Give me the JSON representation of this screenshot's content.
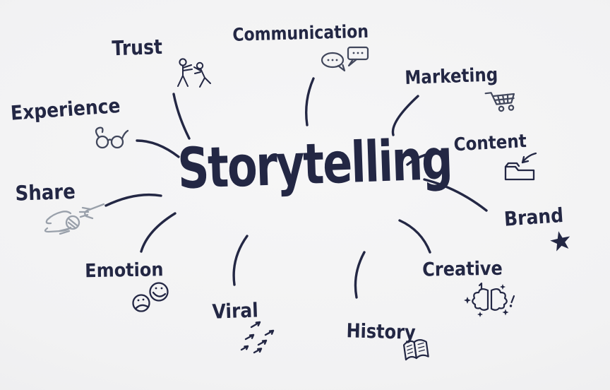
{
  "center": {
    "title": "Storytelling"
  },
  "branches": [
    {
      "id": "trust",
      "label": "Trust",
      "icon": "trust-fall-figures-icon"
    },
    {
      "id": "communication",
      "label": "Communication",
      "icon": "speech-bubbles-icon"
    },
    {
      "id": "marketing",
      "label": "Marketing",
      "icon": "shopping-cart-icon"
    },
    {
      "id": "content",
      "label": "Content",
      "icon": "folder-arrow-icon"
    },
    {
      "id": "brand",
      "label": "Brand",
      "icon": "star-icon"
    },
    {
      "id": "creative",
      "label": "Creative",
      "icon": "brain-sparkles-icon"
    },
    {
      "id": "history",
      "label": "History",
      "icon": "open-book-icon"
    },
    {
      "id": "viral",
      "label": "Viral",
      "icon": "spreading-arrows-icon"
    },
    {
      "id": "emotion",
      "label": "Emotion",
      "icon": "smiley-faces-icon"
    },
    {
      "id": "share",
      "label": "Share",
      "icon": "handshake-icon"
    },
    {
      "id": "experience",
      "label": "Experience",
      "icon": "eyeglasses-icon"
    }
  ],
  "colors": {
    "ink": "#232744",
    "soft_gray": "#41475c",
    "muted_gray": "#99a0aa",
    "background": "#f1f1f3"
  }
}
